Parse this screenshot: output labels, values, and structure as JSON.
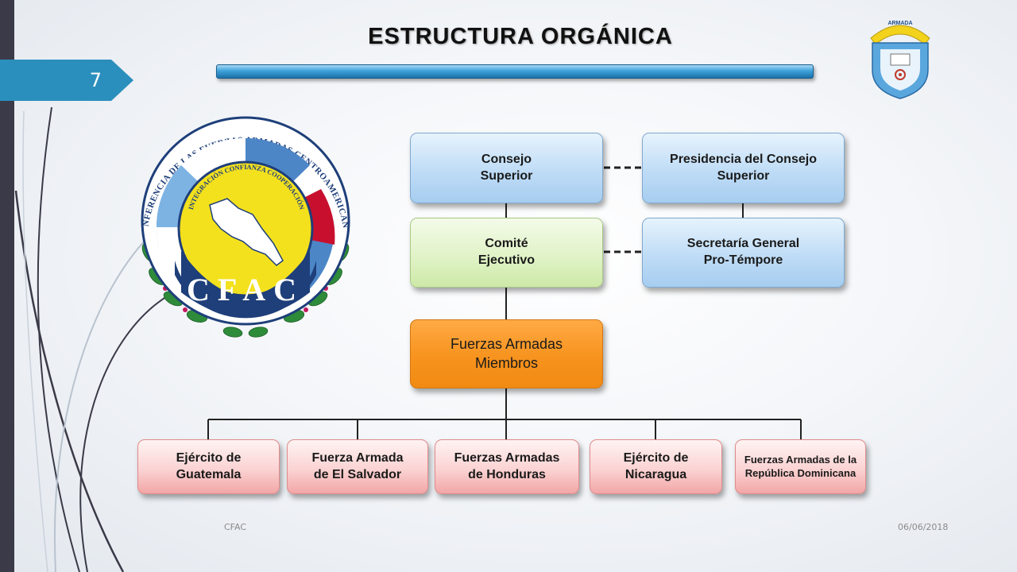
{
  "slide": {
    "number": "7",
    "title": "ESTRUCTURA ORGÁNICA"
  },
  "footer": {
    "left": "CFAC",
    "right": "06/06/2018"
  },
  "logo": {
    "ring_text": "CONFERENCIA DE LAS FUERZAS ARMADAS CENTROAMERICANAS",
    "inner_text": "INTEGRACIÓN CONFIANZA COOPERACIÓN",
    "acronym": "CFAC"
  },
  "emblem": {
    "top_text": "ARMADA"
  },
  "org": {
    "consejo_superior": "Consejo\nSuperior",
    "presidencia": "Presidencia del Consejo\nSuperior",
    "comite": "Comité\nEjecutivo",
    "secretaria": "Secretaría General\nPro-Témpore",
    "fuerzas": "Fuerzas Armadas\nMiembros",
    "members": [
      "Ejército de\nGuatemala",
      "Fuerza Armada\nde El Salvador",
      "Fuerzas Armadas\nde Honduras",
      "Ejército de\nNicaragua",
      "Fuerzas Armadas de la\nRepública Dominicana"
    ]
  },
  "colors": {
    "accent": "#2b8fbd",
    "box_blue": "#bfdcf6",
    "box_green": "#dff2c4",
    "box_orange": "#f7931e",
    "box_pink": "#fbd3d3"
  }
}
